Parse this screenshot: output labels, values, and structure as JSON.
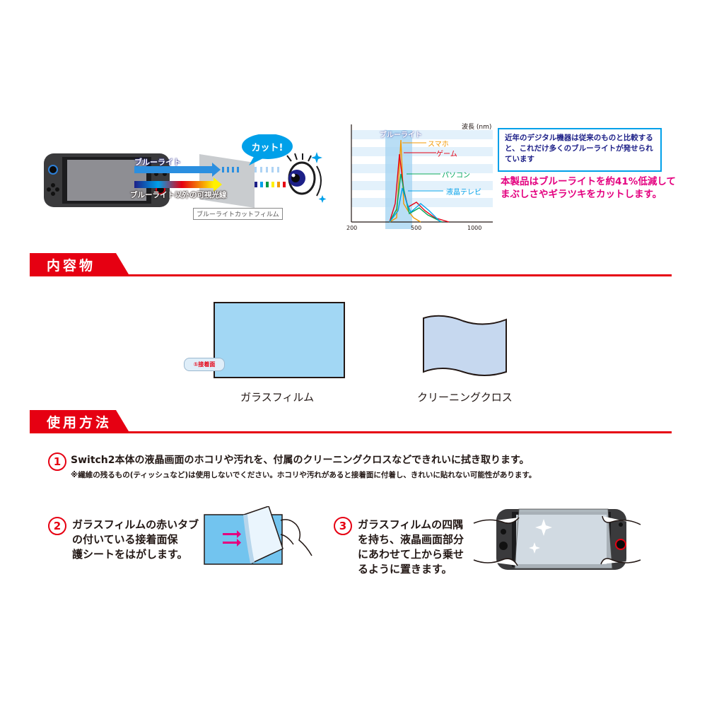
{
  "diagram_top": {
    "bubble": "カット!",
    "blue_light_label": "ブルーライト",
    "visible_light_label": "ブルーライト以外の可視光線",
    "film_label": "ブルーライトカットフィルム"
  },
  "spectrum": {
    "unit_label": "波長 (nm)",
    "band_label": "ブルーライト",
    "series_labels": [
      "スマホ",
      "ゲーム",
      "パソコン",
      "液晶テレビ"
    ],
    "ticks": [
      "200",
      "500",
      "1000"
    ],
    "colors": {
      "smartphone": "#f39800",
      "game": "#e60012",
      "pc": "#00a65a",
      "tv": "#00a0e9"
    }
  },
  "callout": {
    "text": "近年のデジタル機器は従来のものと比較すると、これだけ多くのブルーライトが発せられています"
  },
  "highlight": {
    "text": "本製品はブルーライトを約41%低減してまぶしさやギラツキをカットします。"
  },
  "contents_section": {
    "title": "内容物",
    "items": [
      {
        "label": "ガラスフィルム",
        "tag": "①接着面"
      },
      {
        "label": "クリーニングクロス"
      }
    ]
  },
  "usage_section": {
    "title": "使用方法",
    "steps": [
      {
        "num": "1",
        "line1": "Switch2本体の液晶画面のホコリや汚れを、付属のクリーニングクロスなどできれいに拭き取ります。",
        "note": "※繊維の残るもの(ティッシュなど)は使用しないでください。ホコリや汚れがあると接着面に付着し、きれいに貼れない可能性があります。"
      },
      {
        "num": "2",
        "line1": "ガラスフィルムの赤いタブ",
        "line2": "の付いている接着面保",
        "line3": "護シートをはがします。"
      },
      {
        "num": "3",
        "line1": "ガラスフィルムの四隅",
        "line2": "を持ち、液晶画面部分",
        "line3": "にあわせて上から乗せ",
        "line4": "るように置きます。"
      }
    ]
  },
  "accent_color": "#e60012"
}
